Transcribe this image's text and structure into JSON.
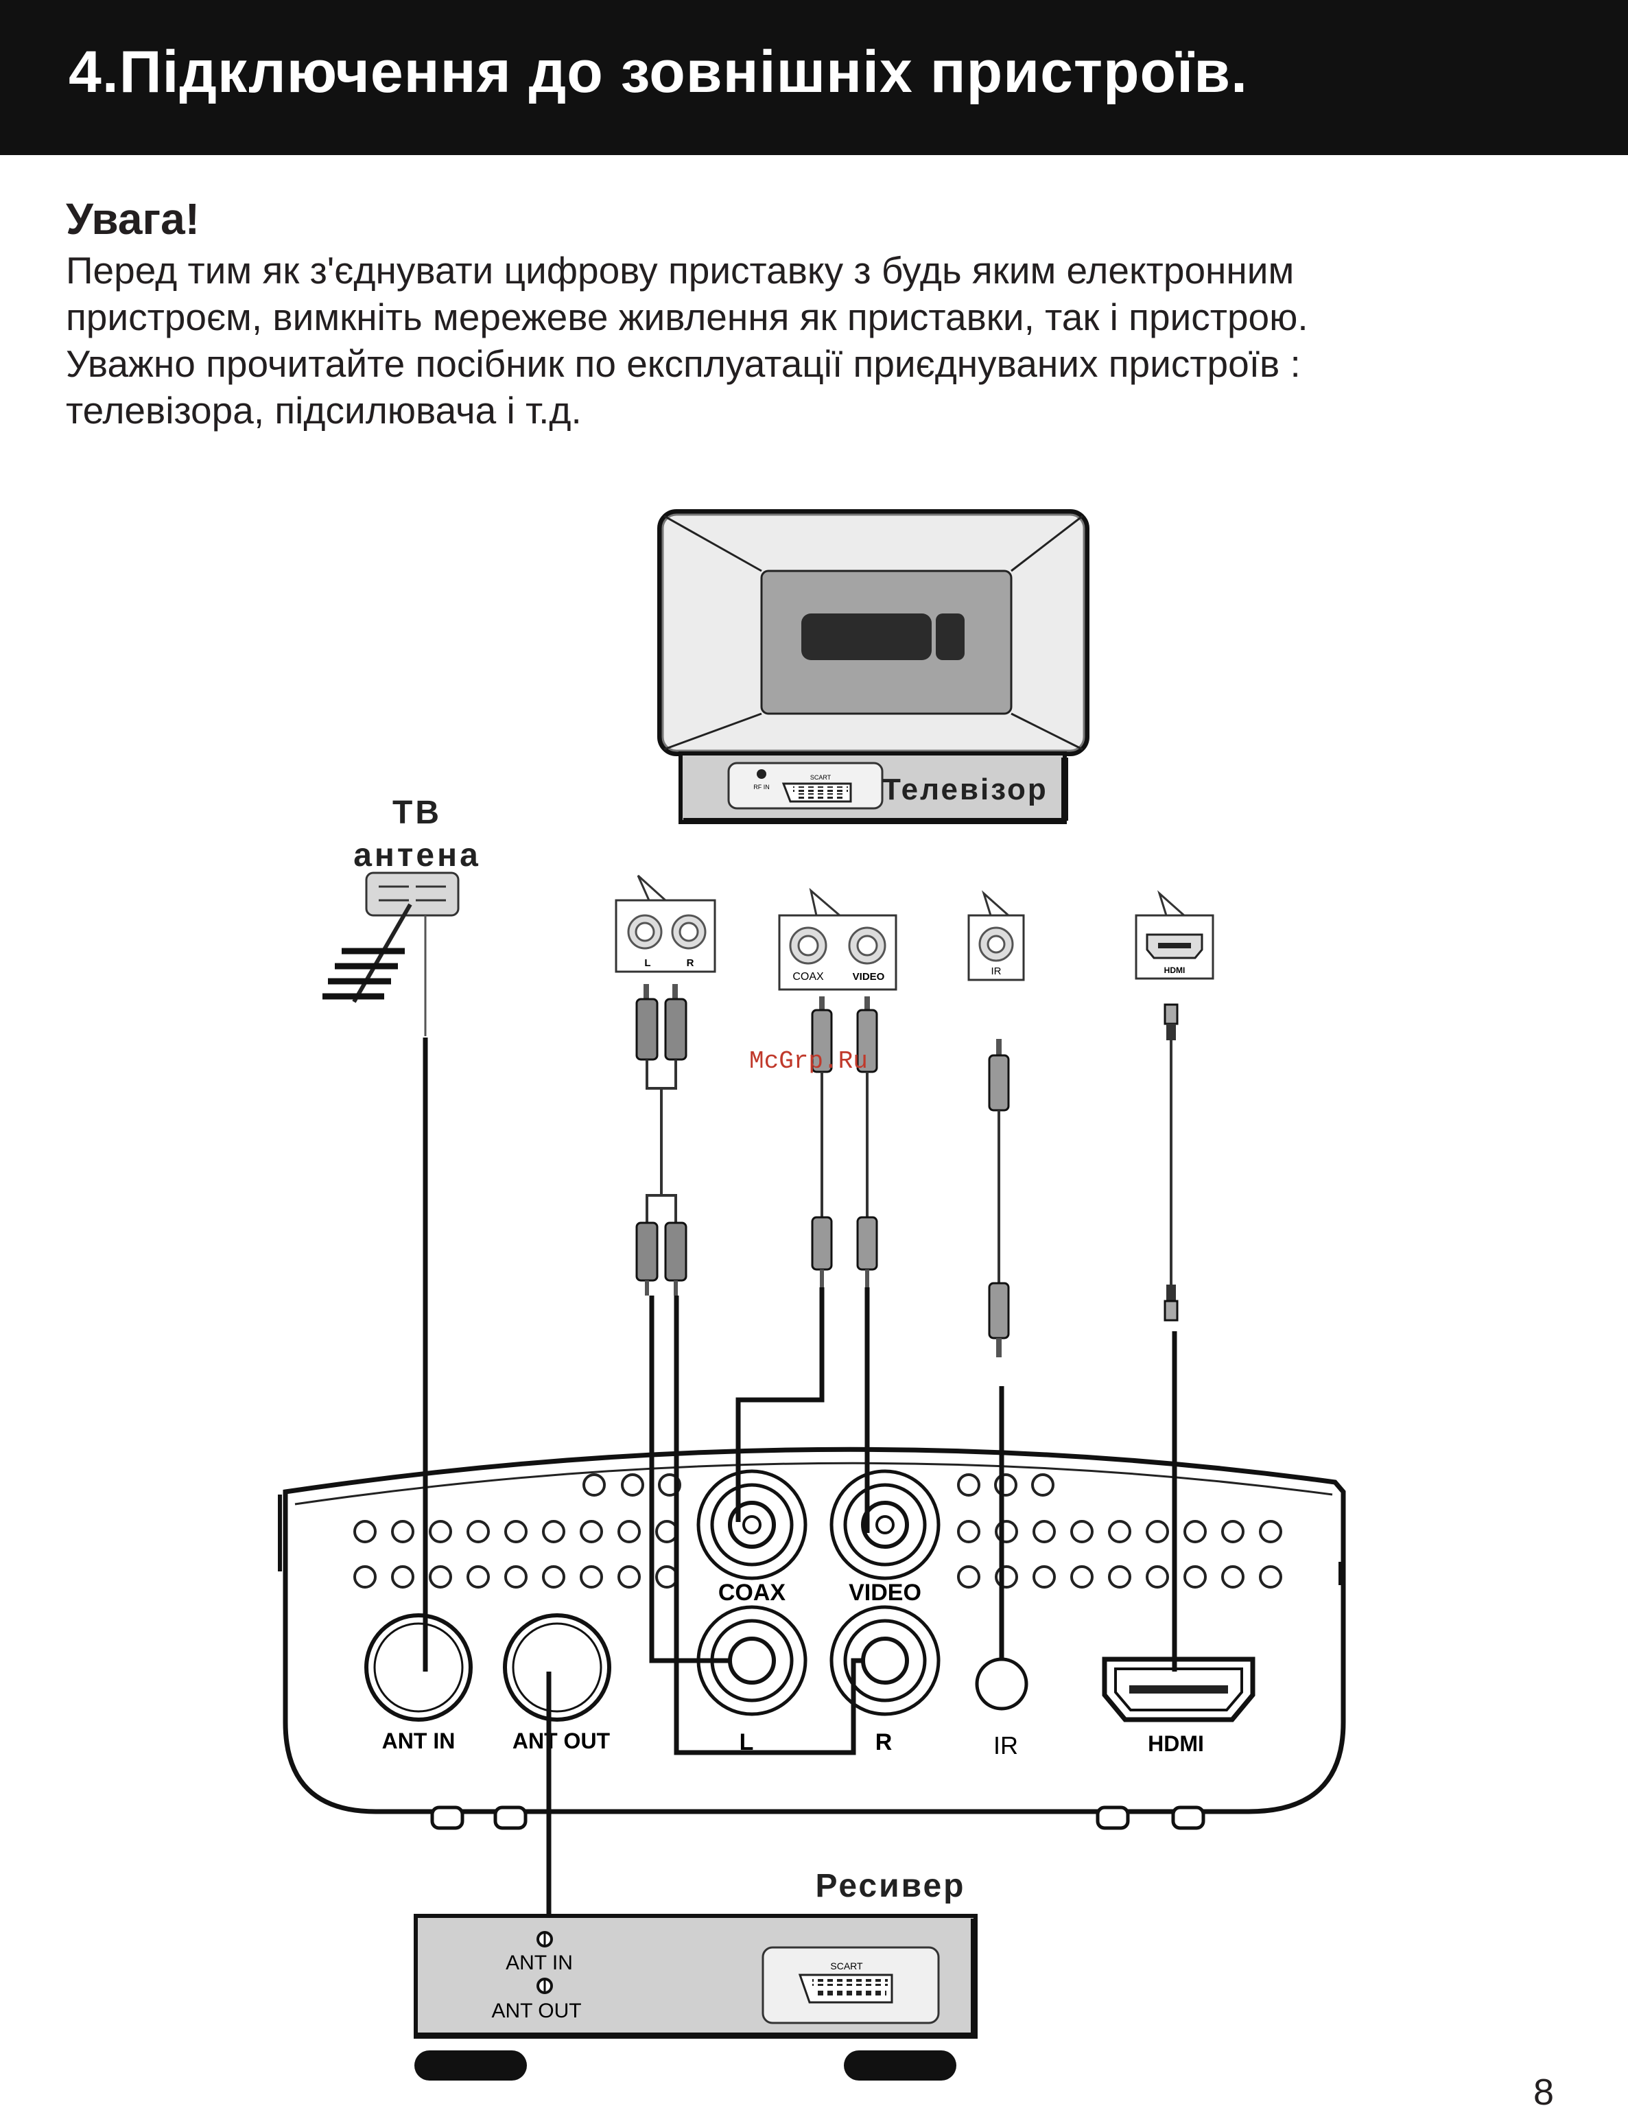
{
  "header": {
    "title": "4.Підключення до зовнішніх пристроїв."
  },
  "warning": {
    "title": "Увага!",
    "lines": [
      "Перед тим як з'єднувати цифрову приставку з будь яким електронним",
      "пристроєм, вимкніть мережеве живлення як приставки, так і пристрою.",
      "Уважно прочитайте посібник по експлуатації приєднуваних пристроїв :",
      "телевізора, підсилювача і т.д."
    ]
  },
  "diagram": {
    "tv_label": "Телевізор",
    "tv_rf_in": "RF IN",
    "tv_scart": "SCART",
    "antenna_label_1": "ТВ",
    "antenna_label_2": "антена",
    "watermark": "McGrp.Ru",
    "bubbles": {
      "l": "L",
      "r": "R",
      "coax": "COAX",
      "video": "VIDEO",
      "ir": "IR",
      "hdmi": "HDMI"
    },
    "stb": {
      "coax": "COAX",
      "video": "VIDEO",
      "ant_in": "ANT   IN",
      "ant_out": "ANT   OUT",
      "l": "L",
      "r": "R",
      "ir": "IR",
      "hdmi": "HDMI"
    },
    "receiver_label": "Ресивер",
    "receiver_ant_in": "ANT  IN",
    "receiver_ant_out": "ANT OUT",
    "receiver_scart": "SCART"
  },
  "page_number": "8"
}
